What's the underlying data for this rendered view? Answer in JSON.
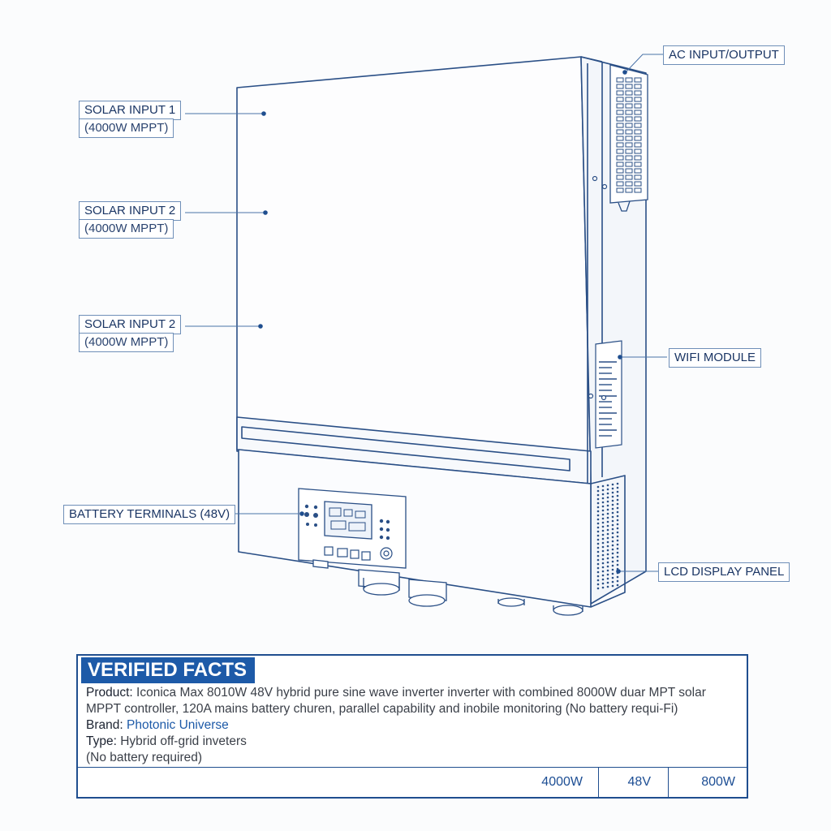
{
  "callouts": {
    "solar_input_1": {
      "label": "SOLAR INPUT 1",
      "detail": "(4000W MPPT)"
    },
    "solar_input_2": {
      "label": "SOLAR INPUT 2",
      "detail": "(4000W MPPT)"
    },
    "solar_input_3": {
      "label": "SOLAR INPUT 2",
      "detail": "(4000W MPPT)"
    },
    "battery_terminals": {
      "label": "BATTERY TERMINALS (48V)"
    },
    "ac_input_output": {
      "label": "AC INPUT/OUTPUT"
    },
    "wifi_module": {
      "label": "WIFI MODULE"
    },
    "lcd_display_panel": {
      "label": "LCD DISPLAY PANEL"
    }
  },
  "facts": {
    "title": "VERIFIED FACTS",
    "product_key": "Product:",
    "product_value": "Iconica Max 8010W 48V hybrid pure sine wave inverter inverter with combined 8000W duar MPT solar MPPT controller, 120A mains battery churen, parallel capability and inobile monitoring (No battery requi-Fi)",
    "brand_key": "Brand:",
    "brand_value": "Photonic Universe",
    "type_key": "Type:",
    "type_value": "Hybrid off-grid inveters",
    "note": "(No battery required)",
    "specs": [
      "4000W",
      "48V",
      "800W"
    ]
  },
  "colors": {
    "line": "#2a4f86",
    "accent": "#1d5aa8",
    "box_border": "#6f8fb8"
  }
}
